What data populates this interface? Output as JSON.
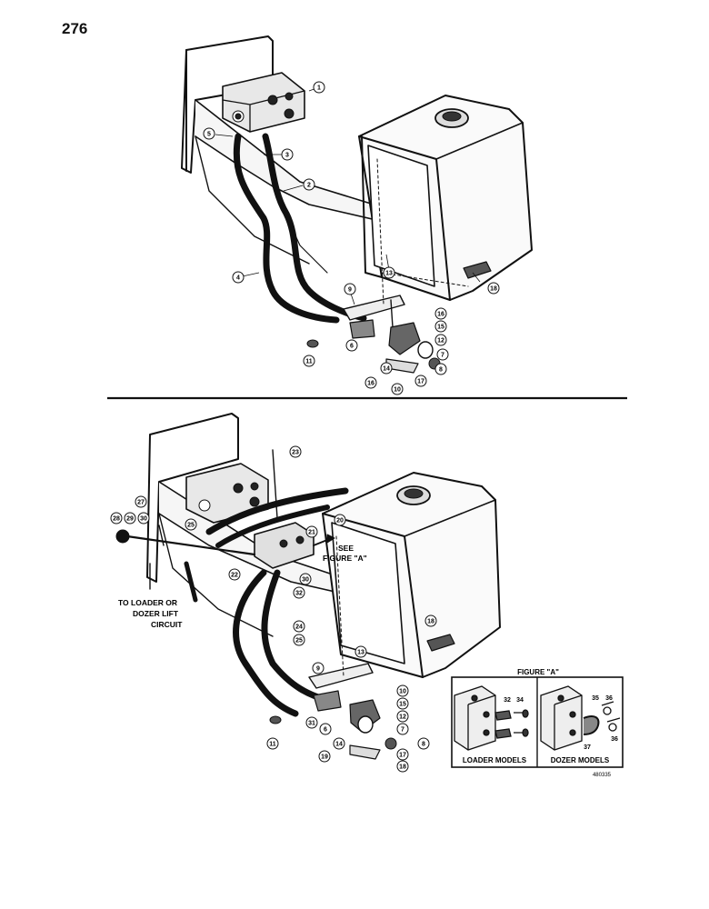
{
  "page_number": "276",
  "top_callouts": [
    "1",
    "2",
    "3",
    "4",
    "5",
    "6",
    "7",
    "8",
    "9",
    "10",
    "11",
    "12",
    "13",
    "14",
    "15",
    "16",
    "17",
    "18",
    "16"
  ],
  "bottom_callouts": [
    "23",
    "27",
    "28",
    "29",
    "30",
    "25",
    "20",
    "21",
    "22",
    "32",
    "30",
    "24",
    "25",
    "13",
    "18",
    "9",
    "10",
    "15",
    "12",
    "7",
    "8",
    "6",
    "31",
    "11",
    "14",
    "19",
    "17",
    "18"
  ],
  "notes": {
    "see_figure": [
      "SEE",
      "FIGURE \"A\""
    ],
    "to_loader": [
      "TO LOADER OR",
      "DOZER LIFT",
      "CIRCUIT"
    ]
  },
  "figure_a": {
    "title": "FIGURE \"A\"",
    "loader_caption": "LOADER MODELS",
    "dozer_caption": "DOZER MODELS",
    "loader_callouts": [
      "32",
      "34"
    ],
    "dozer_callouts": [
      "35",
      "36",
      "37",
      "36"
    ],
    "catalog_number": "480335"
  }
}
